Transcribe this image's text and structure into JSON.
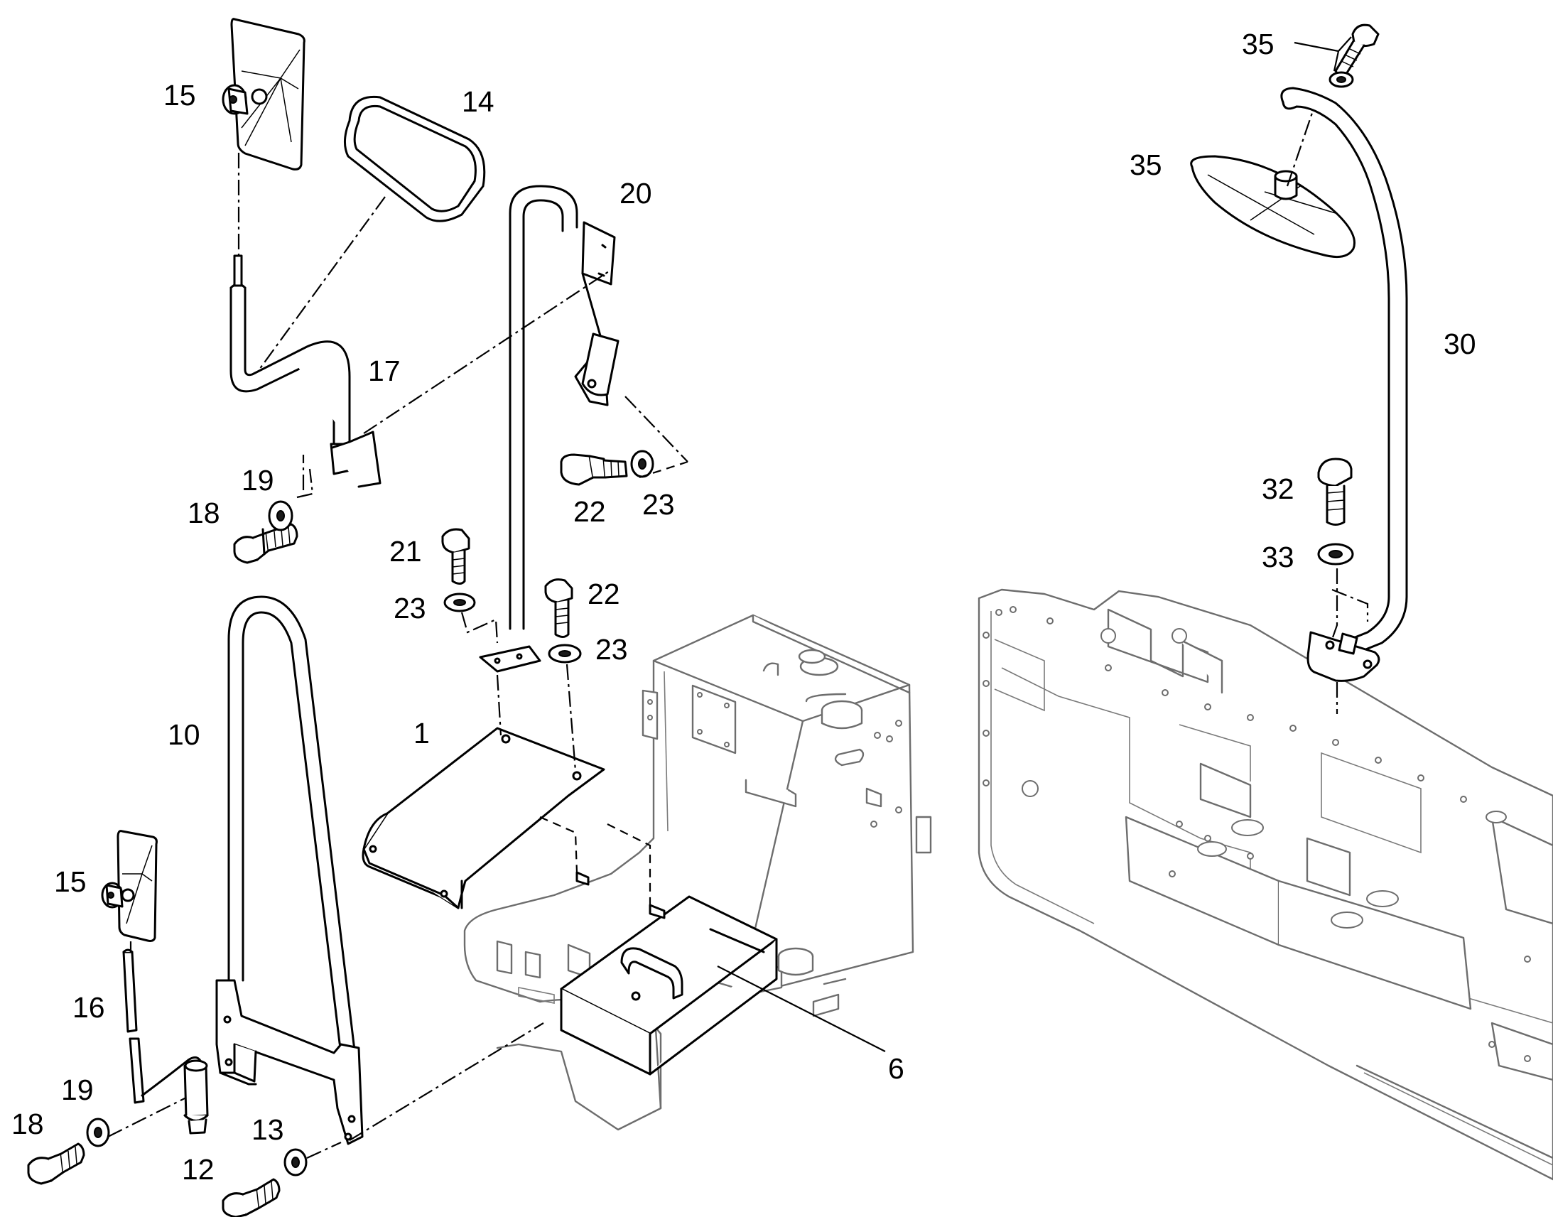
{
  "diagram": {
    "type": "exploded parts diagram",
    "callouts": {
      "c1": "1",
      "c6": "6",
      "c10": "10",
      "c12": "12",
      "c13": "13",
      "c14": "14",
      "c15a": "15",
      "c15b": "15",
      "c16": "16",
      "c17": "17",
      "c18a": "18",
      "c18b": "18",
      "c19a": "19",
      "c19b": "19",
      "c20": "20",
      "c21": "21",
      "c22a": "22",
      "c22b": "22",
      "c23a": "23",
      "c23b": "23",
      "c23c": "23",
      "c30": "30",
      "c32": "32",
      "c33": "33",
      "c35a": "35",
      "c35b": "35"
    }
  }
}
